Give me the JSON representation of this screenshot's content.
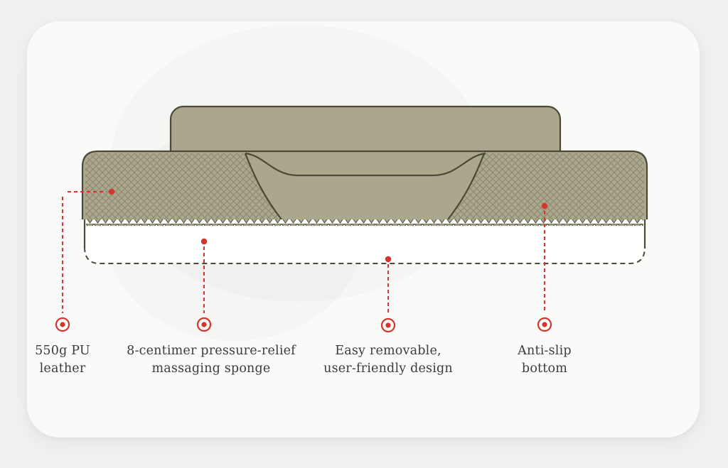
{
  "colors": {
    "page_bg": "#f1f1ef",
    "card_bg": "#fafaf8",
    "olive": "#aaa78c",
    "outline": "#4b4a38",
    "hatch": "#6f6d57",
    "sponge_white": "#ffffff",
    "accent_red": "#d4352e",
    "text": "#3c3c3c"
  },
  "diagram": {
    "name": "seat-cushion-cross-section"
  },
  "callouts": [
    {
      "label": "550g PU\nleather"
    },
    {
      "label": "8-centimer pressure-relief\nmassaging sponge"
    },
    {
      "label": "Easy removable,\nuser-friendly design"
    },
    {
      "label": "Anti-slip\nbottom"
    }
  ]
}
